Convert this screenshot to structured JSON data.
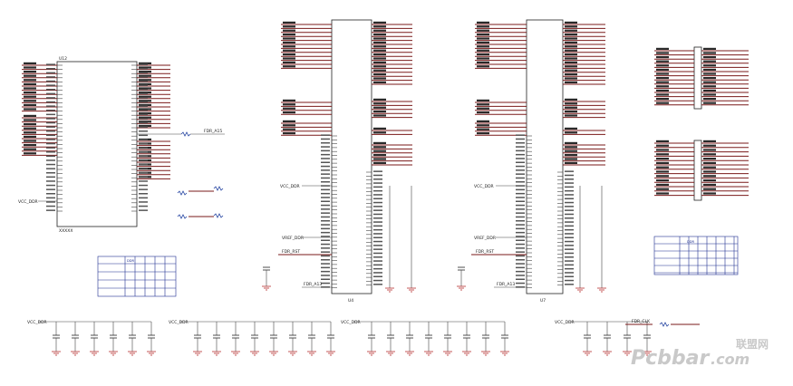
{
  "refs": {
    "u12": "U12",
    "u12_part": "XXXXX",
    "u4": "U4",
    "u7": "U7"
  },
  "nets": {
    "vcc_ddr_left": "VCC_DDR",
    "vcc_ddr_u4": "VCC_DDR",
    "vcc_ddr_u7": "VCC_DDR",
    "vref_u4": "VREF_DDR",
    "vref_u7": "VREF_DDR",
    "rst_u4": "FDR_RST",
    "rst_u7": "FDR_RST",
    "a13_u4": "FDR_A13",
    "a13_u7": "FDR_A13",
    "clk_net": "FDR_CLK",
    "a15_net": "FDR_A15",
    "cap_vcc_1": "VCC_DDR",
    "cap_vcc_2": "VCC_DDR",
    "cap_vcc_3": "VCC_DDR",
    "cap_vcc_4": "VCC_DDR"
  },
  "tables": {
    "left_header": "DDR",
    "right_header": "DDR"
  },
  "watermark": {
    "brand": "Pcbbar",
    "domain": ".com",
    "cn": "联盟网"
  },
  "colors": {
    "net": "#7a1a1a",
    "wire": "#444444",
    "ground": "#b22222",
    "resistor": "#1f3f9f",
    "table": "#1f2f8f"
  }
}
